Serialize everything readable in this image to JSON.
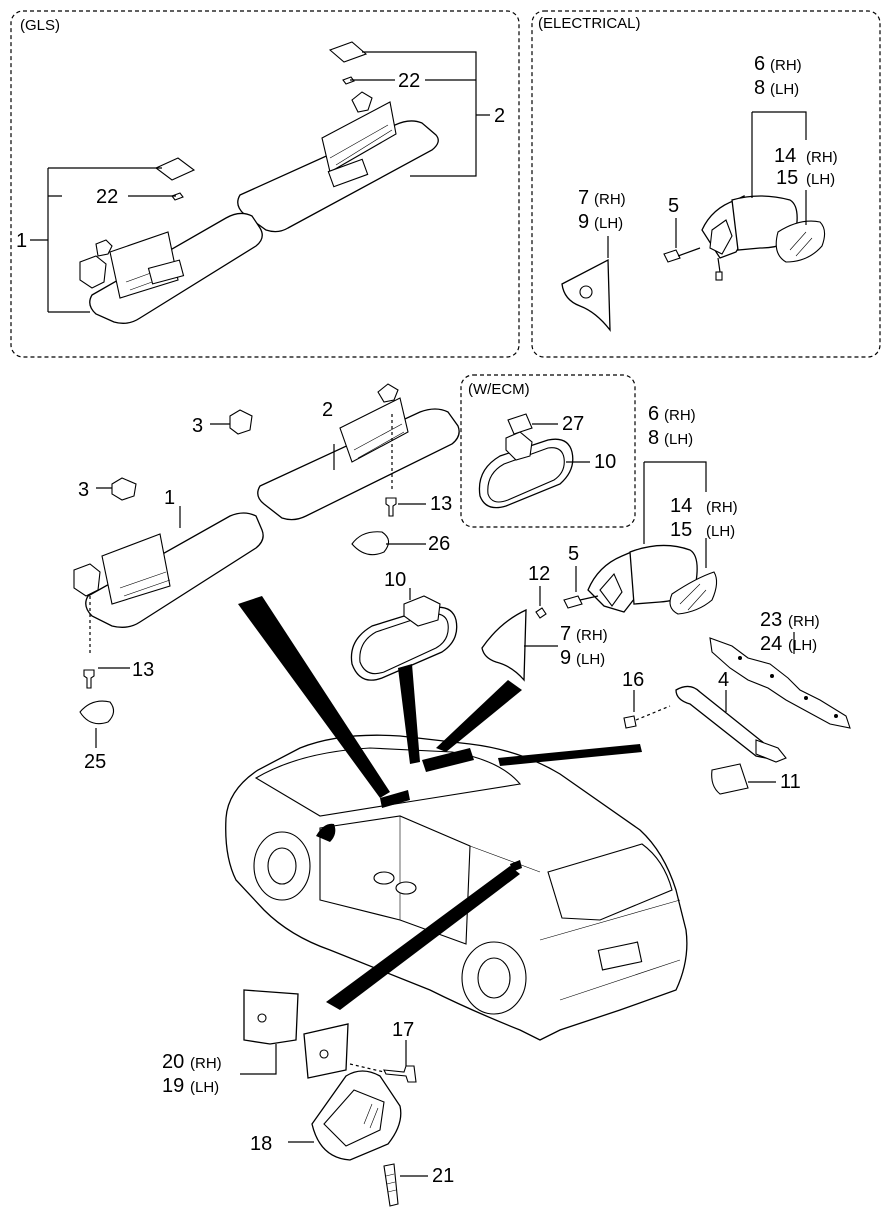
{
  "sections": {
    "gls": "(GLS)",
    "electrical": "(ELECTRICAL)",
    "wecm": "(W/ECM)"
  },
  "labels": {
    "gls_1": "1",
    "gls_2": "2",
    "gls_22a": "22",
    "gls_22b": "22",
    "el_6": "6",
    "el_6s": "(RH)",
    "el_8": "8",
    "el_8s": "(LH)",
    "el_14": "14",
    "el_14s": "(RH)",
    "el_15": "15",
    "el_15s": "(LH)",
    "el_7": "7",
    "el_7s": "(RH)",
    "el_9": "9",
    "el_9s": "(LH)",
    "el_5": "5",
    "m_3a": "3",
    "m_3b": "3",
    "m_2": "2",
    "m_1": "1",
    "m_13a": "13",
    "m_13b": "13",
    "m_26": "26",
    "m_25": "25",
    "w_27": "27",
    "w_10": "10",
    "m_10": "10",
    "m_6": "6",
    "m_6s": "(RH)",
    "m_8": "8",
    "m_8s": "(LH)",
    "m_14": "14",
    "m_14s": "(RH)",
    "m_15": "15",
    "m_15s": "(LH)",
    "m_5": "5",
    "m_12": "12",
    "m_7": "7",
    "m_7s": "(RH)",
    "m_9": "9",
    "m_9s": "(LH)",
    "m_23": "23",
    "m_23s": "(RH)",
    "m_24": "24",
    "m_24s": "(LH)",
    "m_16": "16",
    "m_4": "4",
    "m_11": "11",
    "m_17": "17",
    "m_20": "20",
    "m_20s": "(RH)",
    "m_19": "19",
    "m_19s": "(LH)",
    "m_18": "18",
    "m_21": "21"
  }
}
